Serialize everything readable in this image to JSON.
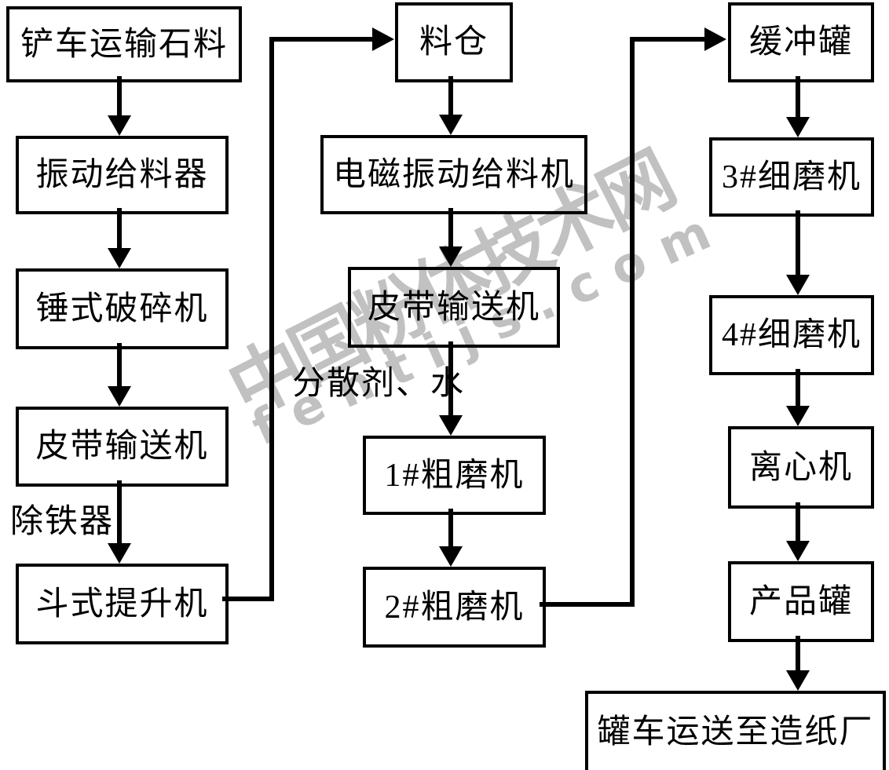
{
  "diagram": {
    "background": "#ffffff",
    "line_color": "#000000",
    "watermark": {
      "cn_text": "中国粉体技术网",
      "en_text": "fentijs.com",
      "color": "#c1c1c1"
    },
    "nodes": {
      "loader": "铲车运输石料",
      "vibrating_feeder": "振动给料器",
      "hammer_crusher": "锤式破碎机",
      "belt_conveyor_1": "皮带输送机",
      "bucket_elevator": "斗式提升机",
      "silo": "料仓",
      "em_vibrating_feeder": "电磁振动给料机",
      "belt_conveyor_2": "皮带输送机",
      "coarse_mill_1": "1#粗磨机",
      "coarse_mill_2": "2#粗磨机",
      "buffer_tank": "缓冲罐",
      "fine_mill_3": "3#细磨机",
      "fine_mill_4": "4#细磨机",
      "centrifuge": "离心机",
      "product_tank": "产品罐",
      "tanker_to_paper_mill": "罐车运送至造纸厂"
    },
    "labels": {
      "iron_remover": "除铁器",
      "dispersant_water": "分散剂、水"
    }
  }
}
